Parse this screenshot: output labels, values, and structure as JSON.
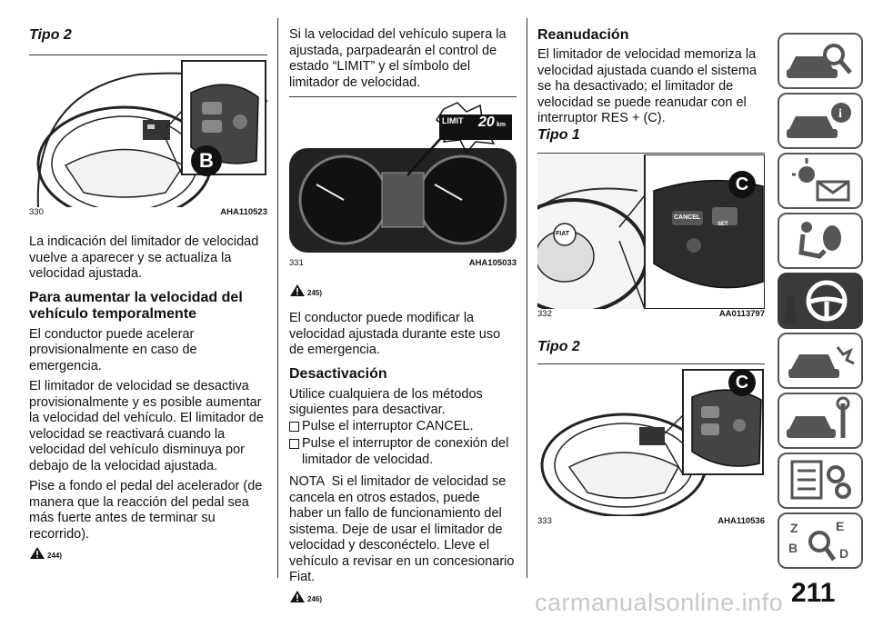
{
  "col1": {
    "heading_tipo2": "Tipo 2",
    "fig330": {
      "num": "330",
      "code": "AHA110523",
      "callout": "B"
    },
    "p1": "La indicación del limitador de velocidad vuelve a aparecer y se actualiza la velocidad ajustada.",
    "h_aumentar": "Para aumentar la velocidad del vehículo temporalmente",
    "p2": "El conductor puede acelerar provisionalmente en caso de emergencia.",
    "p3": "El limitador de velocidad se desactiva provisionalmente y es posible aumentar la velocidad del vehículo. El limitador de velocidad se reactivará cuando la velocidad del vehículo disminuya por debajo de la velocidad ajustada.",
    "p4": "Pise a fondo el pedal del acelerador (de manera que la reacción del pedal sea más fuerte antes de terminar su recorrido).",
    "warn": "244)"
  },
  "col2": {
    "p1": "Si la velocidad del vehículo supera la ajustada, parpadearán el control de estado “LIMIT” y el símbolo del limitador de velocidad.",
    "fig331": {
      "num": "331",
      "code": "AHA105033",
      "limit_label": "LIMIT",
      "speed": "20",
      "unit": "km"
    },
    "warn1": "245)",
    "p2": "El conductor puede modificar la velocidad ajustada durante este uso de emergencia.",
    "h_desactivacion": "Desactivación",
    "p3": "Utilice cualquiera de los métodos siguientes para desactivar.",
    "bullet1": "Pulse el interruptor CANCEL.",
    "bullet2": "Pulse el interruptor de conexión del limitador de velocidad.",
    "nota": "NOTA  Si el limitador de velocidad se cancela en otros estados, puede haber un fallo de funcionamiento del sistema. Deje de usar el limitador de velocidad y desconéctelo. Lleve el vehículo a revisar en un concesionario Fiat.",
    "warn2": "246)"
  },
  "col3": {
    "h_reanudacion": "Reanudación",
    "p1": "El limitador de velocidad memoriza la velocidad ajustada cuando el sistema se ha desactivado; el limitador de velocidad se puede reanudar con el interruptor RES + (C).",
    "heading_tipo1": "Tipo 1",
    "fig332": {
      "num": "332",
      "code": "AA0113797",
      "callout": "C",
      "cancel": "CANCEL",
      "set": "SET",
      "logo": "FIAT"
    },
    "heading_tipo2": "Tipo 2",
    "fig333": {
      "num": "333",
      "code": "AHA110536",
      "callout": "C"
    }
  },
  "page_number": "211",
  "watermark": "carmanualsonline.info",
  "tabs": [
    "car-search-icon",
    "car-info-icon",
    "lights-mail-icon",
    "airbag-seat-icon",
    "steering-key-icon",
    "car-crash-icon",
    "car-tools-icon",
    "checklist-gears-icon",
    "alphabet-search-icon"
  ],
  "active_tab": 4
}
